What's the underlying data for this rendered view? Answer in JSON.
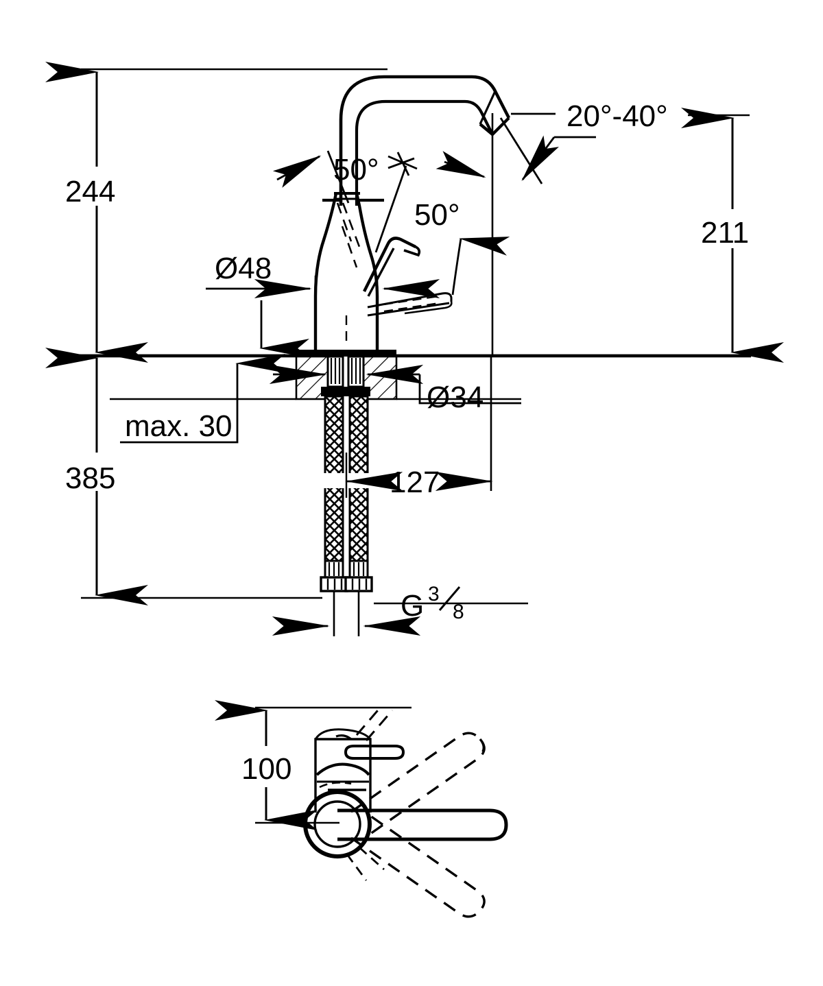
{
  "drawing": {
    "title": "Single-lever basin mixer dimensioned drawing",
    "units": "mm",
    "line_color": "#000000",
    "background_color": "#ffffff"
  },
  "views": {
    "elevation": {
      "name": "front-elevation-view",
      "reference_line_label": "countertop-line"
    },
    "plan": {
      "name": "top-plan-view"
    }
  },
  "dimensions": {
    "total_height_above_counter": "244",
    "spout_height": "211",
    "body_diameter": "Ø48",
    "hose_length_below_counter": "385",
    "mounting_hole_diameter": "Ø34",
    "max_counter_thickness": "max. 30",
    "hose_free_length": "127",
    "thread_prefix": "G",
    "thread_numerator": "3",
    "thread_denominator": "8",
    "spout_reach": "100"
  },
  "angles": {
    "lever_swing_upper": "50°",
    "lever_swing_lower": "50°",
    "outlet_tilt_range": "20°-40°"
  },
  "annotations": {
    "swivel_note": "spout-swivel-dashed-positions"
  }
}
